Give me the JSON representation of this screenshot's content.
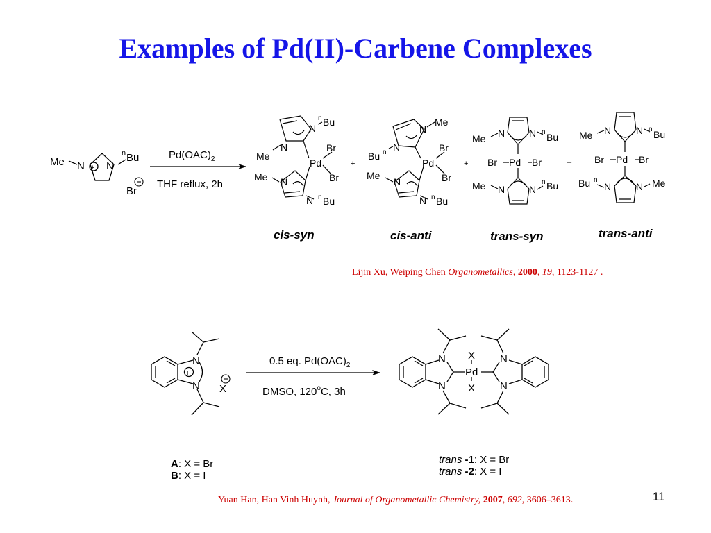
{
  "title": "Examples of Pd(II)-Carbene Complexes",
  "atoms": {
    "me": "Me",
    "n": "N",
    "bu": "Bu",
    "n_sup": "n",
    "br": "Br",
    "pd": "Pd",
    "x": "X",
    "plus": "+",
    "minus": "−",
    "plus_sign": "+",
    "minus_sign": "–",
    "o_sup": "o",
    "sub2": "2"
  },
  "scheme1": {
    "reagent": "Pd(OAC)",
    "conditions": "THF reflux, 2h",
    "isomers": [
      "cis-syn",
      "cis-anti",
      "trans-syn",
      "trans-anti"
    ]
  },
  "reference1": {
    "authors": "Lijin Xu, Weiping Chen ",
    "journal": "Organometallics",
    "sep1": ", ",
    "year": "2000",
    "sep2": ", ",
    "volume": "19",
    "pages": ", 1123-1127 ."
  },
  "scheme2": {
    "reagent": "0.5 eq. Pd(OAC)",
    "conditions_pre": "DMSO, 120",
    "conditions_post": "C, 3h",
    "starting_labels": [
      {
        "letter": "A",
        "text": ": X = Br"
      },
      {
        "letter": "B",
        "text": ": X = I"
      }
    ],
    "product_labels": [
      {
        "prefix": "trans ",
        "num": "-1",
        "text": ": X = Br"
      },
      {
        "prefix": "trans ",
        "num": "-2",
        "text": ": X = I"
      }
    ]
  },
  "reference2": {
    "authors": "Yuan Han, Han Vinh Huynh, ",
    "journal": "Journal of Organometallic Chemistry,",
    "sep1": " ",
    "year": "2007",
    "sep2": ", ",
    "volume": "692",
    "pages": ", 3606–3613."
  },
  "page_number": "11",
  "colors": {
    "title": "#1515e8",
    "reference": "#cc0000",
    "ink": "#000000"
  }
}
